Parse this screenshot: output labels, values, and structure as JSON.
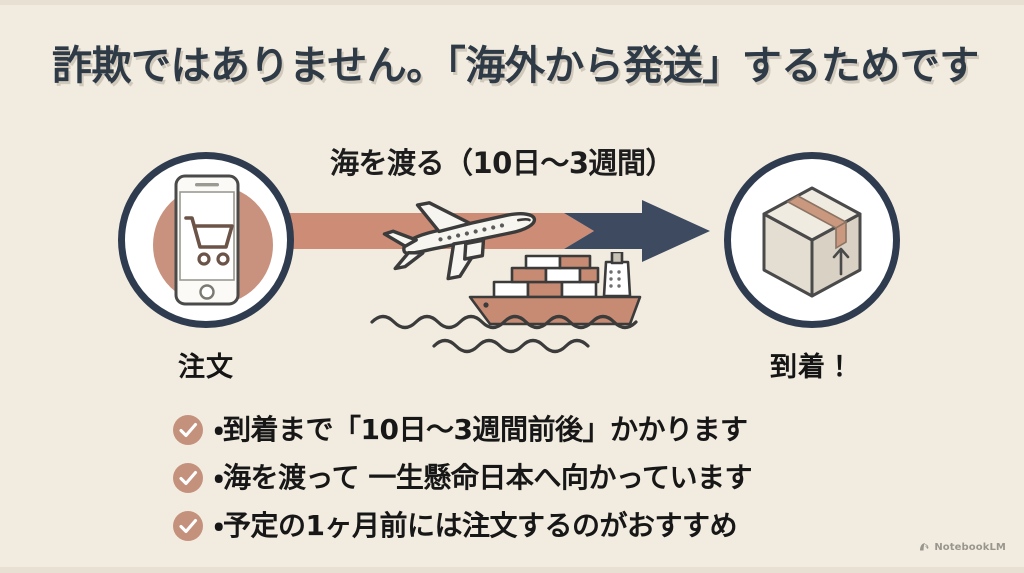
{
  "slide": {
    "background_color": "#f2ece0",
    "title": "詐欺ではありません。「海外から発送」するためです",
    "mid_caption": "海を渡る（10日〜3週間）"
  },
  "nodes": {
    "order": {
      "label": "注文",
      "icon": "smartphone-shopping-cart-icon",
      "ring_color": "#2f3b4e",
      "blob_color": "#c0836c"
    },
    "arrive": {
      "label": "到着！",
      "icon": "cardboard-box-icon",
      "ring_color": "#2f3b4e",
      "tape_color": "#c0927d"
    }
  },
  "arrow": {
    "name": "journey-arrow",
    "start_color": "#cc8c75",
    "end_color": "#3d4a60"
  },
  "transport": {
    "plane": {
      "icon": "airplane-icon",
      "body_color": "#f7f5ef",
      "outline_color": "#3b3b3b"
    },
    "ship": {
      "icon": "container-ship-icon",
      "hull_color": "#c68b72",
      "outline_color": "#3b3b3b"
    },
    "waves": {
      "icon": "ocean-waves-icon",
      "color": "#3b3b3b"
    }
  },
  "bullets": [
    {
      "icon": "check-circle-icon",
      "text": "・到着まで「10日〜3週間前後」かかります"
    },
    {
      "icon": "check-circle-icon",
      "text": "・海を渡って 一生懸命日本へ向かっています"
    },
    {
      "icon": "check-circle-icon",
      "text": "・予定の1ヶ月前には注文するのがおすすめ"
    }
  ],
  "bullet_icon_color": "#c4917d",
  "watermark": {
    "icon": "notebooklm-logo-icon",
    "text": "NotebookLM"
  }
}
